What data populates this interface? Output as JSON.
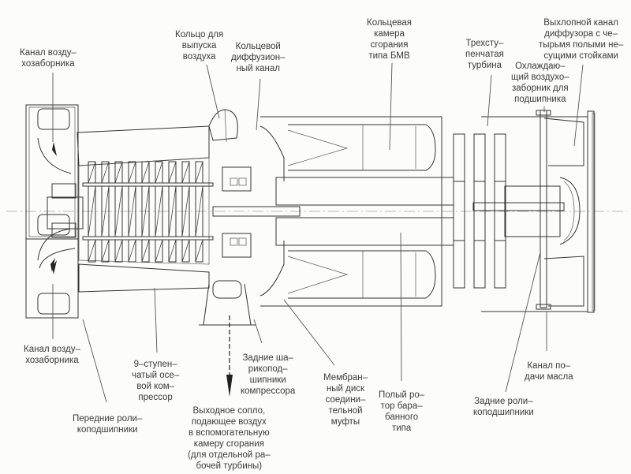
{
  "diagram": {
    "subject": "Turbojet engine longitudinal section",
    "labels": [
      {
        "id": "intake-top",
        "text": "Канал возду–\nхозаборника"
      },
      {
        "id": "bleed-ring",
        "text": "Кольцо для\nвыпуска\nвоздуха"
      },
      {
        "id": "diffuser-channel",
        "text": "Кольцевой\nдиффузион–\nный канал"
      },
      {
        "id": "combustor",
        "text": "Кольцевая\nкамера\nсгорания\nтипа БМВ"
      },
      {
        "id": "turbine",
        "text": "Трехсту–\nпенчатая\nтурбина"
      },
      {
        "id": "cooling-intake",
        "text": "Охлаждаю–\nщий воздухо–\nзаборник для\nподшипника"
      },
      {
        "id": "exhaust-channel",
        "text": "Выхлопной канал\nдиффузора с че–\nтырьмя полыми не–\nсущими стойками"
      },
      {
        "id": "intake-bottom",
        "text": "Канал возду–\nхозаборника"
      },
      {
        "id": "front-bearings",
        "text": "Передние роли–\nкоподшипники"
      },
      {
        "id": "compressor",
        "text": "9–ступен–\nчатый осе–\nвой ком–\nпрессор"
      },
      {
        "id": "rear-ball-bearings",
        "text": "Задние ша–\nрикопод–\nшипники\nкомпрессора"
      },
      {
        "id": "outlet-nozzle",
        "text": "Выходное сопло,\nподающее воздух\nв вспомогательную\nкамеру сгорания\n(для отдельной ра–\nбочей турбины)"
      },
      {
        "id": "membrane-disc",
        "text": "Мембран–\nный диск\nсоедини–\nтельной\nмуфты"
      },
      {
        "id": "hollow-rotor",
        "text": "Полый ро–\nтор бара–\nбанного\nтипа"
      },
      {
        "id": "rear-roller-bearings",
        "text": "Задние роли–\nкоподшипники"
      },
      {
        "id": "oil-channel",
        "text": "Канал по–\nдачи масла"
      }
    ]
  }
}
